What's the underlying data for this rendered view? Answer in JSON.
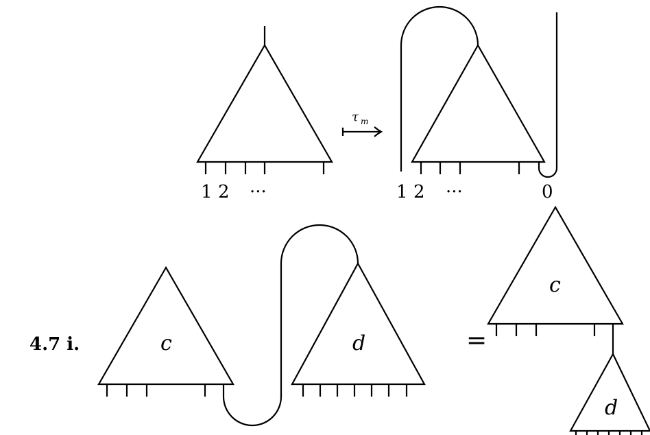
{
  "top_left_tree": {
    "leaf_labels": [
      "1",
      "2",
      "···"
    ]
  },
  "arrow": {
    "symbol": "τ",
    "subscript": "m"
  },
  "top_right_tree": {
    "leaf_labels": [
      "1",
      "2",
      "···",
      "0"
    ]
  },
  "equation": {
    "label": "4.7 i.",
    "left_tree_c": "c",
    "left_tree_d": "d",
    "equals": "=",
    "right_tree_c": "c",
    "right_tree_d": "d"
  }
}
